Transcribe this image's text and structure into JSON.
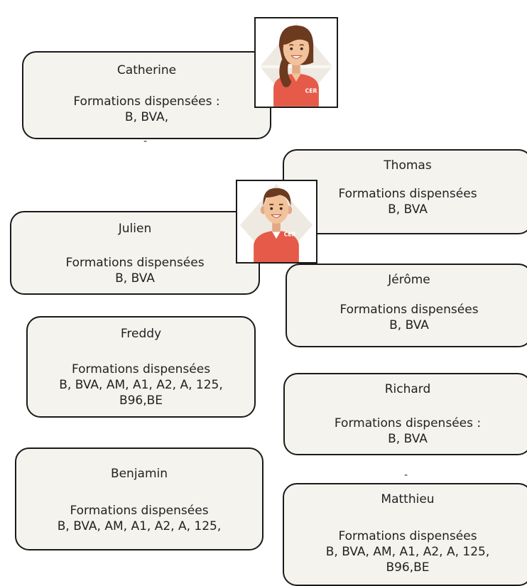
{
  "instructors": [
    {
      "name": "Catherine",
      "label": "Formations dispensées :",
      "courses": "B, BVA,"
    },
    {
      "name": "Thomas",
      "label": "Formations dispensées",
      "courses": "B, BVA"
    },
    {
      "name": "Julien",
      "label": "Formations dispensées",
      "courses": "B, BVA"
    },
    {
      "name": "Jérôme",
      "label": "Formations dispensées",
      "courses": "B, BVA"
    },
    {
      "name": "Freddy",
      "label": "Formations dispensées",
      "courses": "B, BVA, AM, A1, A2, A, 125,",
      "courses2": "B96,BE"
    },
    {
      "name": "Richard",
      "label": "Formations dispensées :",
      "courses": "B, BVA"
    },
    {
      "name": "Benjamin",
      "label": "Formations dispensées",
      "courses": "B, BVA, AM, A1, A2, A, 125,"
    },
    {
      "name": "Matthieu",
      "label": "Formations dispensées",
      "courses": "B, BVA, AM, A1, A2, A, 125,",
      "courses2": "B96,BE"
    }
  ],
  "badge_text": "CER",
  "separator": "-",
  "colors": {
    "card_bg": "#f4f3ee",
    "shirt_red": "#e55a48",
    "hair_brown": "#6b3a1f",
    "skin": "#f2c29b",
    "diamond_bg": "#eeeae2"
  },
  "icons": [
    "female-instructor-avatar-icon",
    "male-instructor-avatar-icon"
  ]
}
